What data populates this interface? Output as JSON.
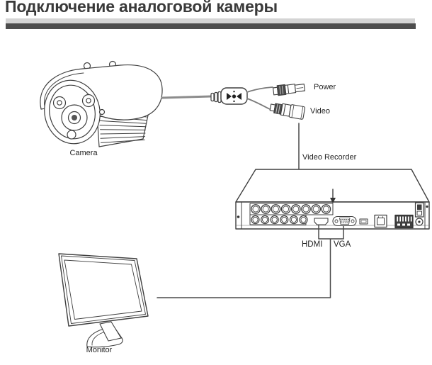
{
  "page": {
    "title": "Подключение аналоговой камеры",
    "title_color": "#3a3a3a",
    "rule_light_color": "#d4d4d4",
    "rule_dark_color": "#4d4d4d",
    "background": "#ffffff"
  },
  "diagram": {
    "line_color": "#3f3f3f",
    "connection_line_color": "#4a4a4a",
    "cable_color": "#8c8c8c",
    "labels": {
      "camera": "Camera",
      "power": "Power",
      "video": "Video",
      "video_recorder": "Video Recorder",
      "hdmi": "HDMI",
      "vga": "VGA",
      "monitor": "Monitor"
    },
    "illustrations": [
      "bullet-camera-icon",
      "balun-splitter-icon",
      "dc-power-plug-icon",
      "bnc-video-plug-icon",
      "dvr-rear-panel-icon",
      "down-arrow-icon",
      "monitor-icon"
    ],
    "connections": [
      {
        "from": "Camera",
        "to": "splitter",
        "via": "cable"
      },
      {
        "from": "splitter",
        "to": "Power plug"
      },
      {
        "from": "splitter",
        "to": "Video plug"
      },
      {
        "from": "Video plug",
        "to": "Video Recorder BNC input"
      },
      {
        "from": "Video Recorder HDMI/VGA ports",
        "to": "Monitor"
      }
    ]
  }
}
